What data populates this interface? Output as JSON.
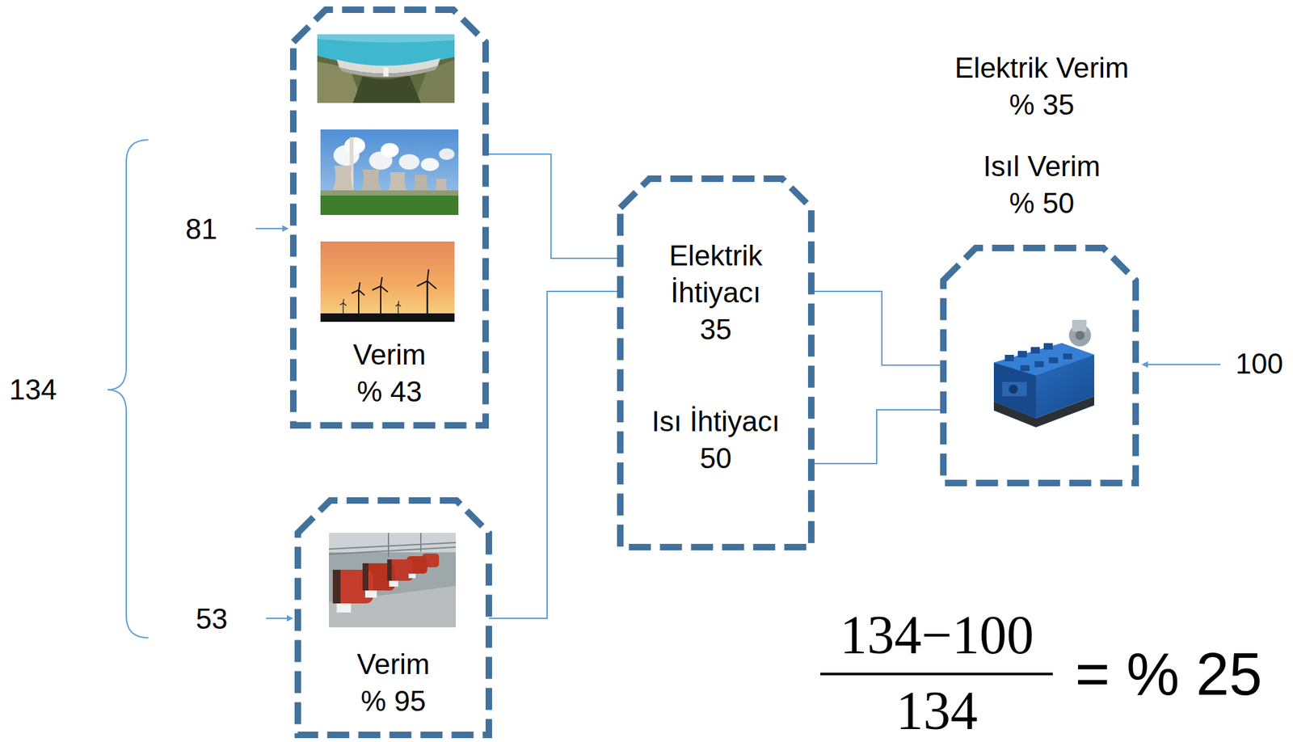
{
  "diagram": {
    "nodes": [
      {
        "text": [
          "Verim % 43"
        ]
      },
      {
        "text": [
          "Verim % 95"
        ]
      },
      {
        "text": [
          "Elektrik İhtiyacı 35",
          "Isı İhtiyacı 50"
        ]
      },
      {
        "text": [
          "Elektrik Verim % 35",
          "Isıl Verim % 50"
        ]
      }
    ],
    "edges": [
      {
        "from": 0,
        "to": 2,
        "arrow": "none"
      },
      {
        "from": 1,
        "to": 2,
        "arrow": "none"
      },
      {
        "from": 2,
        "to": 3,
        "arrow": "none"
      },
      {
        "from": 2,
        "to": 3,
        "arrow": "none"
      }
    ],
    "labels": [
      "81",
      "134",
      "53",
      "100",
      "134−100",
      "134",
      "= % 25"
    ]
  }
}
